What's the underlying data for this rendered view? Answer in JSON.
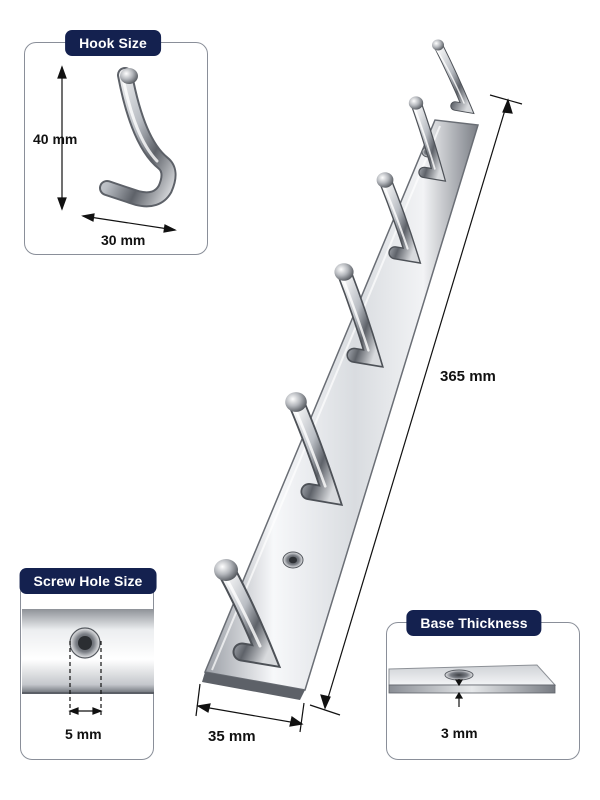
{
  "panels": {
    "hook_size": {
      "title": "Hook Size",
      "height_label": "40 mm",
      "width_label": "30 mm"
    },
    "screw_hole": {
      "title": "Screw Hole Size",
      "diameter_label": "5 mm"
    },
    "base_thickness": {
      "title": "Base Thickness",
      "thickness_label": "3 mm"
    }
  },
  "product": {
    "length_label": "365 mm",
    "width_label": "35 mm",
    "hook_count": 6
  },
  "colors": {
    "badge_bg": "#14214f",
    "panel_border": "#8a8f99",
    "metal_light": "#f4f5f7",
    "metal_dark": "#6d7178"
  }
}
